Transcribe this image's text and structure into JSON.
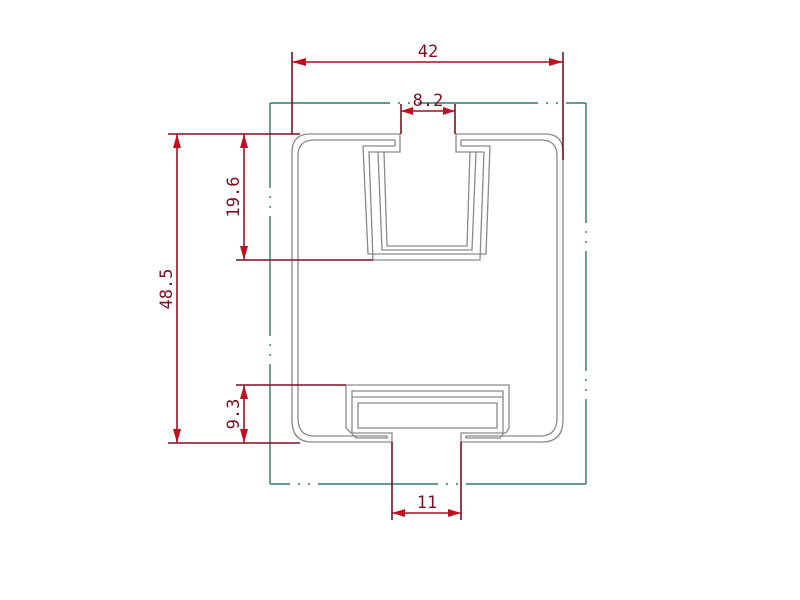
{
  "drawing": {
    "dimensions": {
      "overall_width": "42",
      "slot_top_width": "8.2",
      "top_channel_depth": "19.6",
      "overall_height": "48.5",
      "bottom_channel_depth": "9.3",
      "bottom_opening_width": "11"
    },
    "colors": {
      "dimension_line": "#a01020",
      "dimension_text": "#7a1020",
      "centerline": "#2a7a6a",
      "profile": "#8a8a8a"
    }
  }
}
